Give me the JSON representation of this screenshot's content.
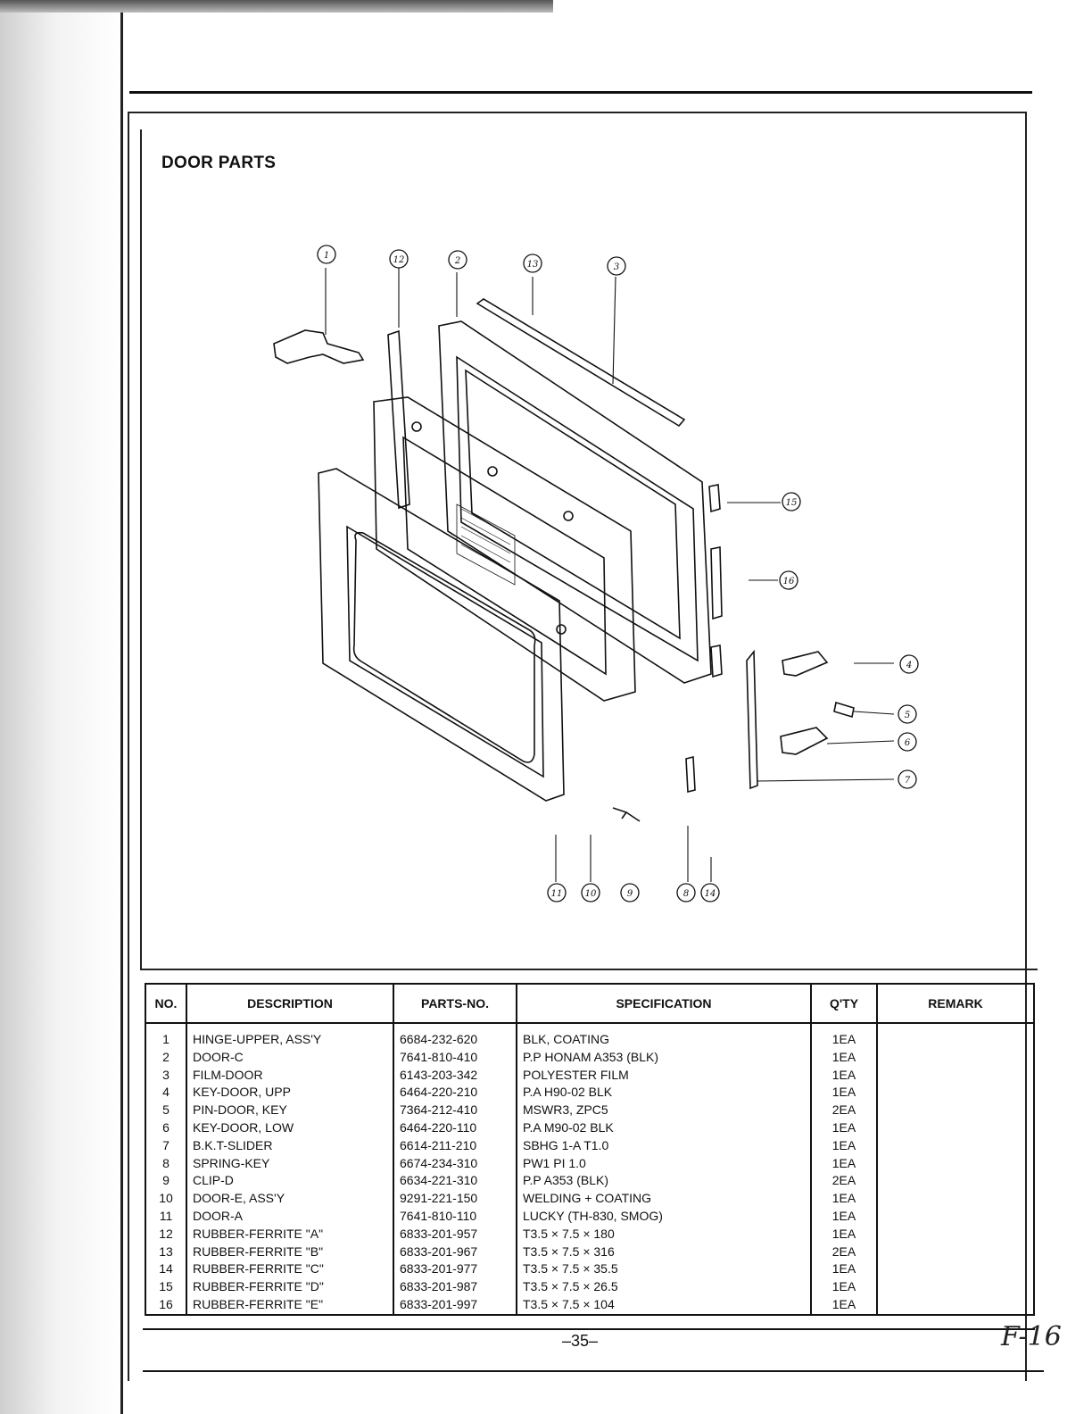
{
  "section_title": "DOOR PARTS",
  "callouts": [
    "1",
    "12",
    "2",
    "13",
    "3",
    "15",
    "16",
    "4",
    "5",
    "6",
    "7",
    "11",
    "10",
    "9",
    "8",
    "14"
  ],
  "table": {
    "headers": {
      "no": "NO.",
      "description": "DESCRIPTION",
      "parts_no": "PARTS-NO.",
      "specification": "SPECIFICATION",
      "qty": "Q'TY",
      "remark": "REMARK"
    },
    "rows": [
      {
        "no": "1",
        "description": "HINGE-UPPER, ASS'Y",
        "parts_no": "6684-232-620",
        "specification": "BLK, COATING",
        "qty": "1EA"
      },
      {
        "no": "2",
        "description": "DOOR-C",
        "parts_no": "7641-810-410",
        "specification": "P.P HONAM A353 (BLK)",
        "qty": "1EA"
      },
      {
        "no": "3",
        "description": "FILM-DOOR",
        "parts_no": "6143-203-342",
        "specification": "POLYESTER FILM",
        "qty": "1EA"
      },
      {
        "no": "4",
        "description": "KEY-DOOR, UPP",
        "parts_no": "6464-220-210",
        "specification": "P.A H90-02 BLK",
        "qty": "1EA"
      },
      {
        "no": "5",
        "description": "PIN-DOOR, KEY",
        "parts_no": "7364-212-410",
        "specification": "MSWR3, ZPC5",
        "qty": "2EA"
      },
      {
        "no": "6",
        "description": "KEY-DOOR, LOW",
        "parts_no": "6464-220-110",
        "specification": "P.A M90-02 BLK",
        "qty": "1EA"
      },
      {
        "no": "7",
        "description": "B.K.T-SLIDER",
        "parts_no": "6614-211-210",
        "specification": "SBHG 1-A T1.0",
        "qty": "1EA"
      },
      {
        "no": "8",
        "description": "SPRING-KEY",
        "parts_no": "6674-234-310",
        "specification": "PW1 PI 1.0",
        "qty": "1EA"
      },
      {
        "no": "9",
        "description": "CLIP-D",
        "parts_no": "6634-221-310",
        "specification": "P.P A353 (BLK)",
        "qty": "2EA"
      },
      {
        "no": "10",
        "description": "DOOR-E, ASS'Y",
        "parts_no": "9291-221-150",
        "specification": "WELDING + COATING",
        "qty": "1EA"
      },
      {
        "no": "11",
        "description": "DOOR-A",
        "parts_no": "7641-810-110",
        "specification": "LUCKY (TH-830, SMOG)",
        "qty": "1EA"
      },
      {
        "no": "12",
        "description": "RUBBER-FERRITE \"A\"",
        "parts_no": "6833-201-957",
        "specification": "T3.5 × 7.5 × 180",
        "qty": "1EA"
      },
      {
        "no": "13",
        "description": "RUBBER-FERRITE \"B\"",
        "parts_no": "6833-201-967",
        "specification": "T3.5 × 7.5 × 316",
        "qty": "2EA"
      },
      {
        "no": "14",
        "description": "RUBBER-FERRITE \"C\"",
        "parts_no": "6833-201-977",
        "specification": "T3.5 × 7.5 × 35.5",
        "qty": "1EA"
      },
      {
        "no": "15",
        "description": "RUBBER-FERRITE \"D\"",
        "parts_no": "6833-201-987",
        "specification": "T3.5 × 7.5 × 26.5",
        "qty": "1EA"
      },
      {
        "no": "16",
        "description": "RUBBER-FERRITE \"E\"",
        "parts_no": "6833-201-997",
        "specification": "T3.5 × 7.5 × 104",
        "qty": "1EA"
      }
    ]
  },
  "page_number": "–35–",
  "handwritten_note": "F-16"
}
